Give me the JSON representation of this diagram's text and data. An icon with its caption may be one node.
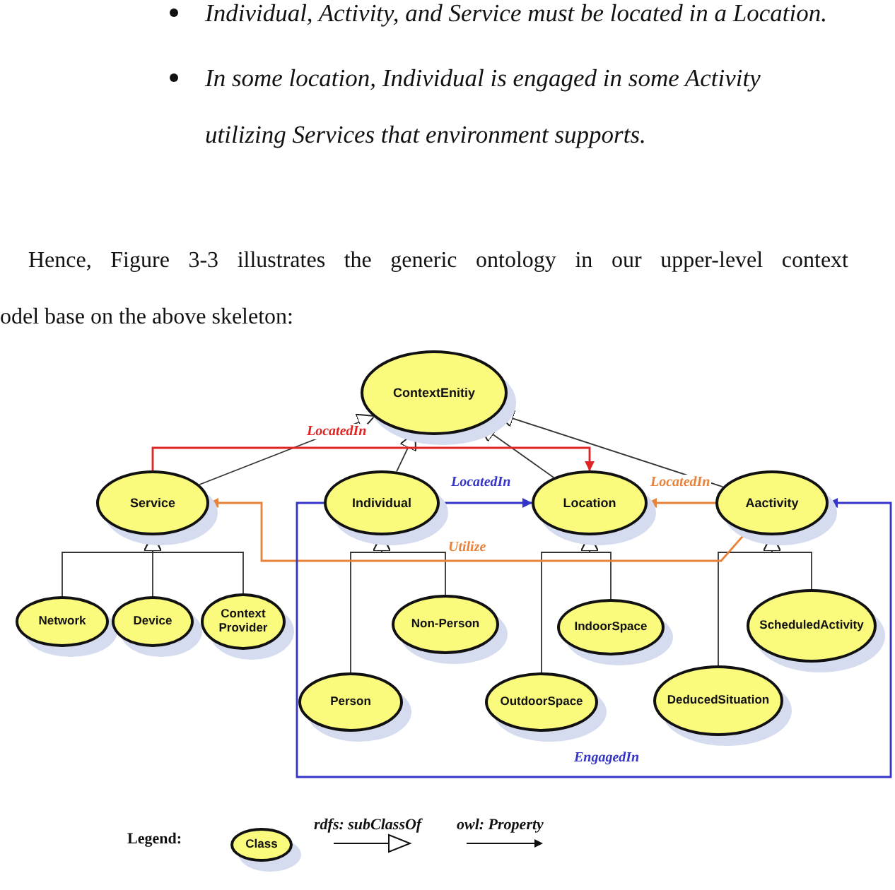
{
  "diagram": {
    "nodes": [
      {
        "text": [
          "ContextEnitiy"
        ]
      },
      {
        "text": [
          "Service"
        ]
      },
      {
        "text": [
          "Individual"
        ]
      },
      {
        "text": [
          "Location"
        ]
      },
      {
        "text": [
          "Aactivity"
        ]
      },
      {
        "text": [
          "Network"
        ]
      },
      {
        "text": [
          "Device"
        ]
      },
      {
        "text": [
          "Context Provider"
        ]
      },
      {
        "text": [
          "Non-Person"
        ]
      },
      {
        "text": [
          "Person"
        ]
      },
      {
        "text": [
          "IndoorSpace"
        ]
      },
      {
        "text": [
          "OutdoorSpace"
        ]
      },
      {
        "text": [
          "DeducedSituation"
        ]
      },
      {
        "text": [
          "ScheduledActivity"
        ]
      }
    ],
    "edges": [
      {
        "from": 1,
        "to": 0,
        "arrow": "to"
      },
      {
        "from": 2,
        "to": 0,
        "arrow": "to"
      },
      {
        "from": 3,
        "to": 0,
        "arrow": "to"
      },
      {
        "from": 4,
        "to": 0,
        "arrow": "to"
      },
      {
        "from": 5,
        "to": 1,
        "arrow": "to"
      },
      {
        "from": 6,
        "to": 1,
        "arrow": "to"
      },
      {
        "from": 7,
        "to": 1,
        "arrow": "to"
      },
      {
        "from": 8,
        "to": 2,
        "arrow": "to"
      },
      {
        "from": 9,
        "to": 2,
        "arrow": "to"
      },
      {
        "from": 10,
        "to": 3,
        "arrow": "to"
      },
      {
        "from": 11,
        "to": 3,
        "arrow": "to"
      },
      {
        "from": 12,
        "to": 4,
        "arrow": "to"
      },
      {
        "from": 13,
        "to": 4,
        "arrow": "to"
      },
      {
        "from": 1,
        "to": 3,
        "arrow": "to",
        "label": "LocatedIn",
        "color": "#e02424"
      },
      {
        "from": 2,
        "to": 3,
        "arrow": "to",
        "label": "LocatedIn",
        "color": "#3434c8"
      },
      {
        "from": 4,
        "to": 3,
        "arrow": "to",
        "label": "LocatedIn",
        "color": "#e8813a"
      },
      {
        "from": 4,
        "to": 1,
        "arrow": "to",
        "label": "Utilize",
        "color": "#e8813a"
      },
      {
        "from": 2,
        "to": 4,
        "arrow": "to",
        "label": "EngagedIn",
        "color": "#3434c8"
      }
    ],
    "labels": [
      "Individual, Activity, and Service must be located in a Location.",
      "In some location, Individual is engaged in some Activity utilizing Services that environment supports.",
      "Hence, Figure 3-3 illustrates the generic ontology in our upper-level context",
      "odel base on the above skeleton:",
      "Legend:"
    ],
    "legend": [
      {
        "text": "Class"
      },
      {
        "text": "rdfs: subClassOf"
      },
      {
        "text": "owl: Property"
      }
    ]
  }
}
